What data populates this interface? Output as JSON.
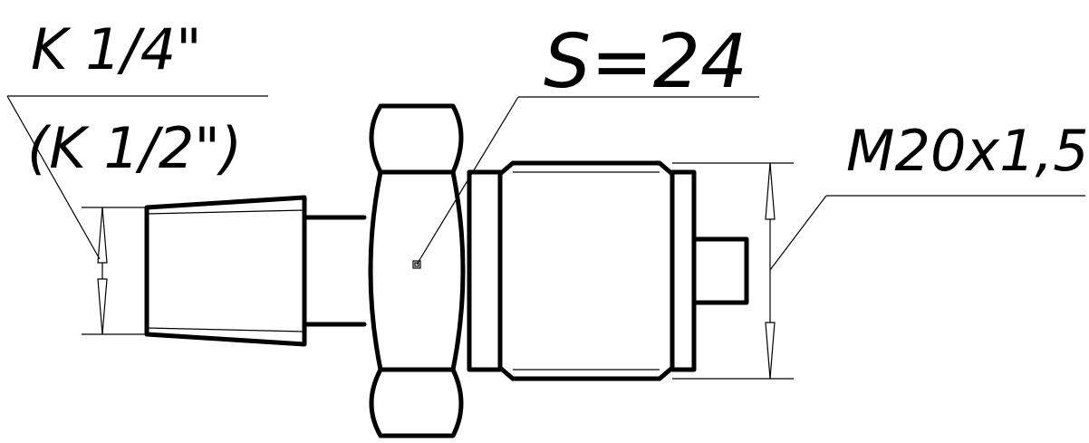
{
  "labels": {
    "thread_left_primary": "K 1/4\"",
    "thread_left_alt": "(K 1/2\")",
    "hex_size": "S=24",
    "thread_right": "M20x1,5"
  },
  "colors": {
    "line": "#000000",
    "background": "#ffffff"
  }
}
